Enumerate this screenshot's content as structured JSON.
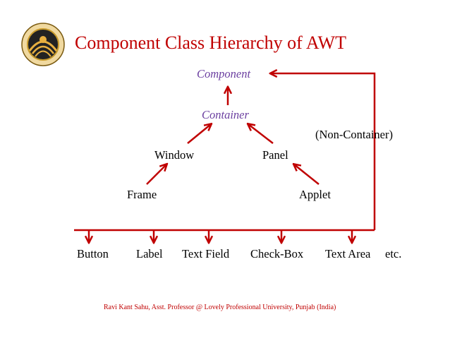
{
  "title": "Component Class Hierarchy of AWT",
  "nodes": {
    "component": "Component",
    "container": "Container",
    "window": "Window",
    "panel": "Panel",
    "frame": "Frame",
    "applet": "Applet",
    "non_container": "(Non-Container)"
  },
  "leaves": {
    "button": "Button",
    "label": "Label",
    "text_field": "Text Field",
    "check_box": "Check-Box",
    "text_area": "Text Area",
    "etc": "etc."
  },
  "footer": "Ravi Kant Sahu, Asst. Professor @ Lovely Professional University, Punjab (India)",
  "colors": {
    "title": "#c00000",
    "arrow": "#c00000",
    "italic_label": "#6b3fa0",
    "footer": "#c00000"
  }
}
